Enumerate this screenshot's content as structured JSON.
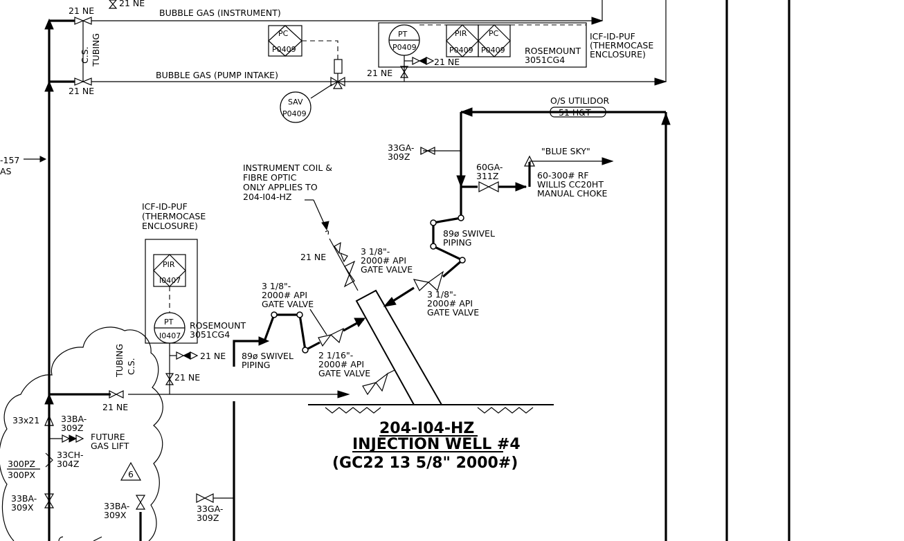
{
  "labels": {
    "nv_top1": "21 NE",
    "nv_top2": "21 NE",
    "bubble_instr": "BUBBLE GAS (INSTRUMENT)",
    "bubble_pump": "BUBBLE GAS (PUMP INTAKE)",
    "nv_mid_left": "21 NE",
    "cs": "C.S.",
    "tubing": "TUBING",
    "pc_top": "PC",
    "pc_top_tag": "P0409",
    "sav": "SAV",
    "sav_tag": "P0409",
    "pt_top": "PT",
    "pt_top_tag": "P0409",
    "pir_top": "PIR",
    "pir_top_tag": "P0409",
    "pc_top2": "PC",
    "pc_top2_tag": "P0409",
    "nv_right_top": "21 NE",
    "nv_right_top2": "21 NE",
    "rosemount_top1": "ROSEMOUNT",
    "rosemount_top2": "3051CG4",
    "icf_top1": "ICF-ID-PUF",
    "icf_top2": "(THERMOCASE",
    "icf_top3": "ENCLOSURE)",
    "utilidor1": "O/S UTILIDOR",
    "utilidor2": "51 H&T",
    "ga309z_1": "33GA-",
    "ga309z_2": "309Z",
    "blue_sky": "\"BLUE SKY\"",
    "ga311z_1": "60GA-",
    "ga311z_2": "311Z",
    "choke1": "60-300# RF",
    "choke2": "WILLIS CC20HT",
    "choke3": "MANUAL CHOKE",
    "coil1": "INSTRUMENT COIL &",
    "coil2": "FIBRE OPTIC",
    "coil3": "ONLY APPLIES TO",
    "coil4": "204-I04-HZ",
    "swivel_r1": "89ø SWIVEL",
    "swivel_r2": "PIPING",
    "icf_left1": "ICF-ID-PUF",
    "icf_left2": "(THERMOCASE",
    "icf_left3": "ENCLOSURE)",
    "nv_coil": "21 NE",
    "gate_top1": "3 1/8\"-",
    "gate_top2": "2000# API",
    "gate_top3": "GATE VALVE",
    "gate_left1": "3 1/8\"-",
    "gate_left2": "2000# API",
    "gate_left3": "GATE VALVE",
    "gate_right1": "3 1/8\"-",
    "gate_right2": "2000# API",
    "gate_right3": "GATE VALVE",
    "pir_left": "PIR",
    "pir_left_tag": "I0407",
    "pt_left": "PT",
    "pt_left_tag": "I0407",
    "rosemount_l1": "ROSEMOUNT",
    "rosemount_l2": "3051CG4",
    "nv_l1": "21 NE",
    "nv_l2": "21 NE",
    "swivel_l1": "89ø SWIVEL",
    "swivel_l2": "PIPING",
    "gate_small1": "2 1/16\"-",
    "gate_small2": "2000# API",
    "gate_small3": "GATE VALVE",
    "tubing2": "TUBING",
    "cs2": "C.S.",
    "nv_low": "21 NE",
    "left_157": "-157",
    "left_as": "AS",
    "well_tag": "204-I04-HZ",
    "well_name": "INJECTION WELL #4",
    "well_spec": "(GC22 13 5/8\" 2000#)",
    "x33x21": "33x21",
    "ba309z_1": "33BA-",
    "ba309z_2": "309Z",
    "future1": "FUTURE",
    "future2": "GAS LIFT",
    "ch304z_1": "33CH-",
    "ch304z_2": "304Z",
    "pz": "300PZ",
    "px": "300PX",
    "rev": "6",
    "ba309x_l1": "33BA-",
    "ba309x_l2": "309X",
    "ba309x_r1": "33BA-",
    "ba309x_r2": "309X",
    "ga309z_b1": "33GA-",
    "ga309z_b2": "309Z"
  },
  "colors": {
    "line": "#000000",
    "background": "#ffffff"
  }
}
